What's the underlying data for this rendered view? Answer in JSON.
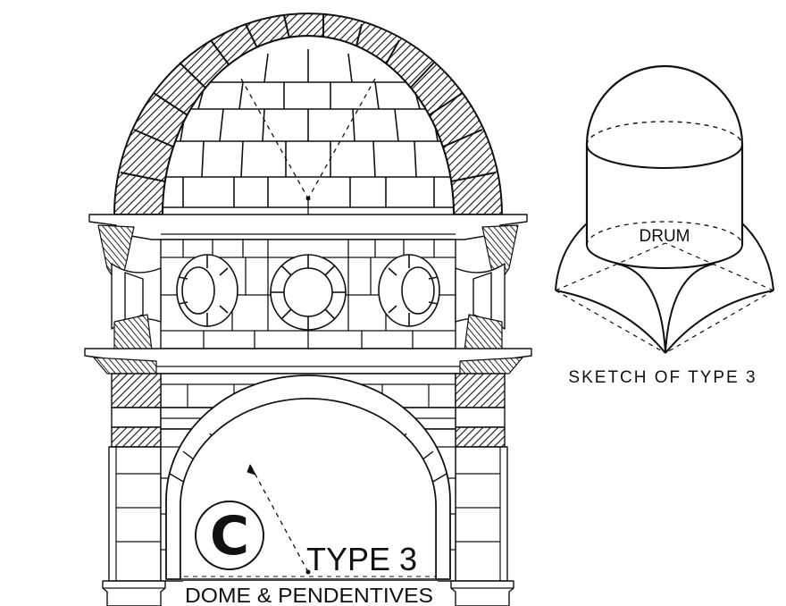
{
  "figure": {
    "letter": "C",
    "type_label": "TYPE 3",
    "caption": "DOME & PENDENTIVES"
  },
  "sketch": {
    "drum_label": "DRUM",
    "caption": "SKETCH OF TYPE 3"
  },
  "colors": {
    "ink": "#111111",
    "paper": "#ffffff"
  }
}
